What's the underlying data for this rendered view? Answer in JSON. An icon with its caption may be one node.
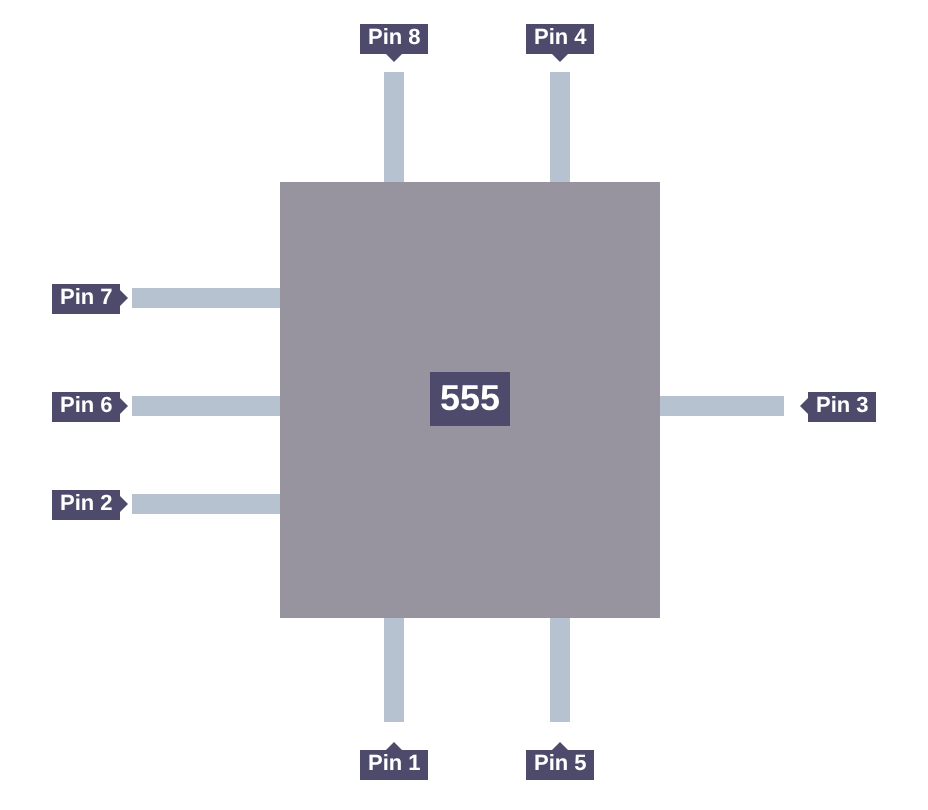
{
  "diagram": {
    "nodes": [
      {
        "text": [
          "555"
        ]
      }
    ],
    "labels": [
      "Pin 8",
      "Pin 4",
      "Pin 7",
      "Pin 6",
      "Pin 2",
      "Pin 3",
      "Pin 1",
      "Pin 5"
    ]
  }
}
